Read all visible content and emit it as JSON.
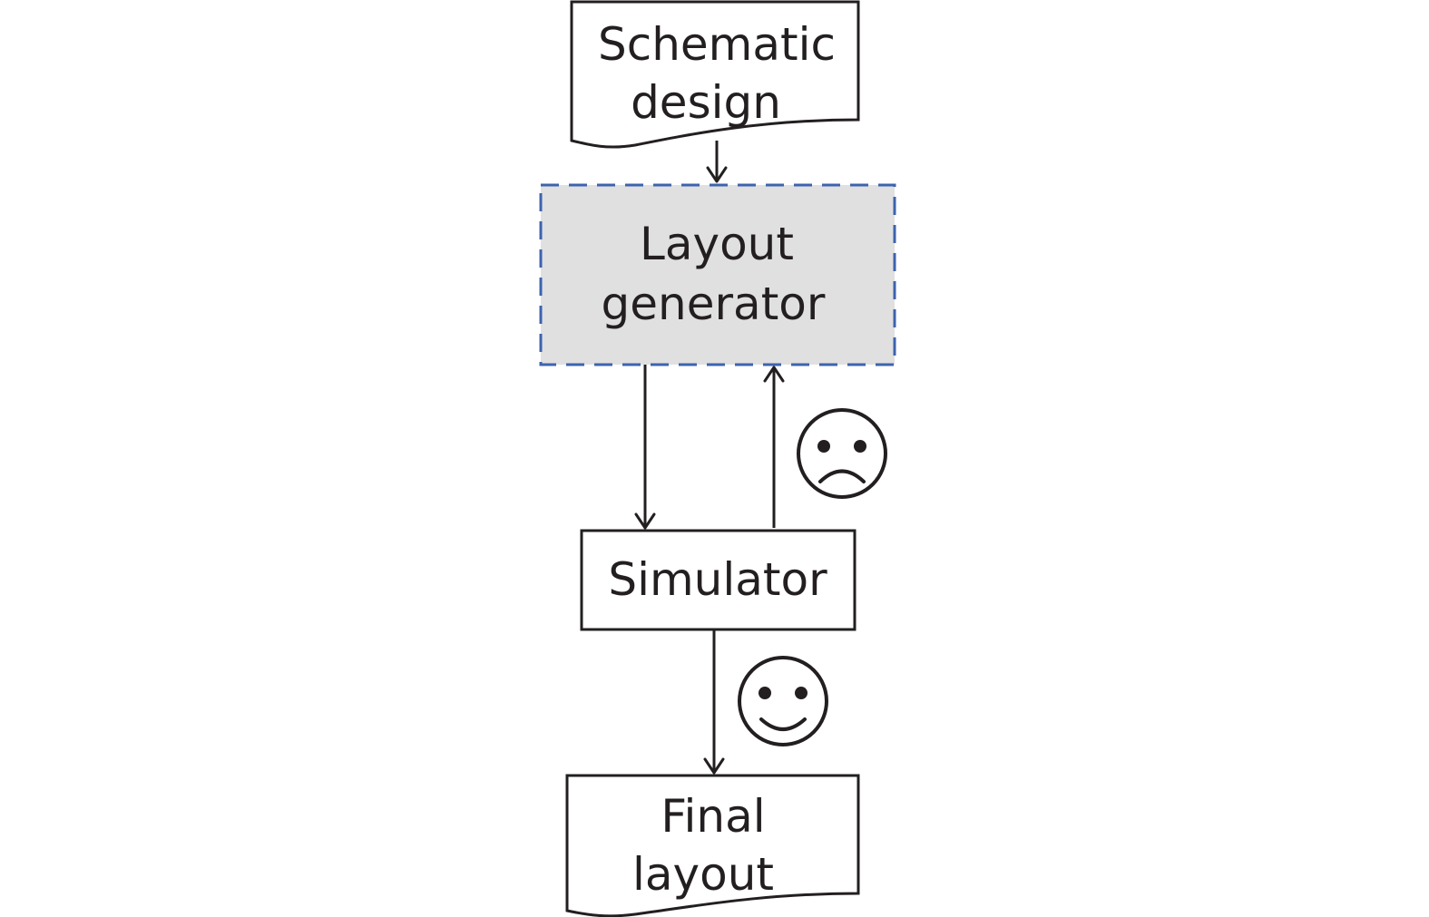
{
  "diagram": {
    "nodes": {
      "schematic": {
        "line1": "Schematic",
        "line2": "design"
      },
      "generator": {
        "line1": "Layout",
        "line2": "generator"
      },
      "simulator": {
        "label": "Simulator"
      },
      "final": {
        "line1": "Final",
        "line2": "layout"
      }
    },
    "icons": {
      "fail": "sad-face-icon",
      "pass": "happy-face-icon"
    },
    "colors": {
      "generator_fill": "#e0e0e0",
      "generator_border": "#3d63ae",
      "ink": "#231f20"
    }
  }
}
